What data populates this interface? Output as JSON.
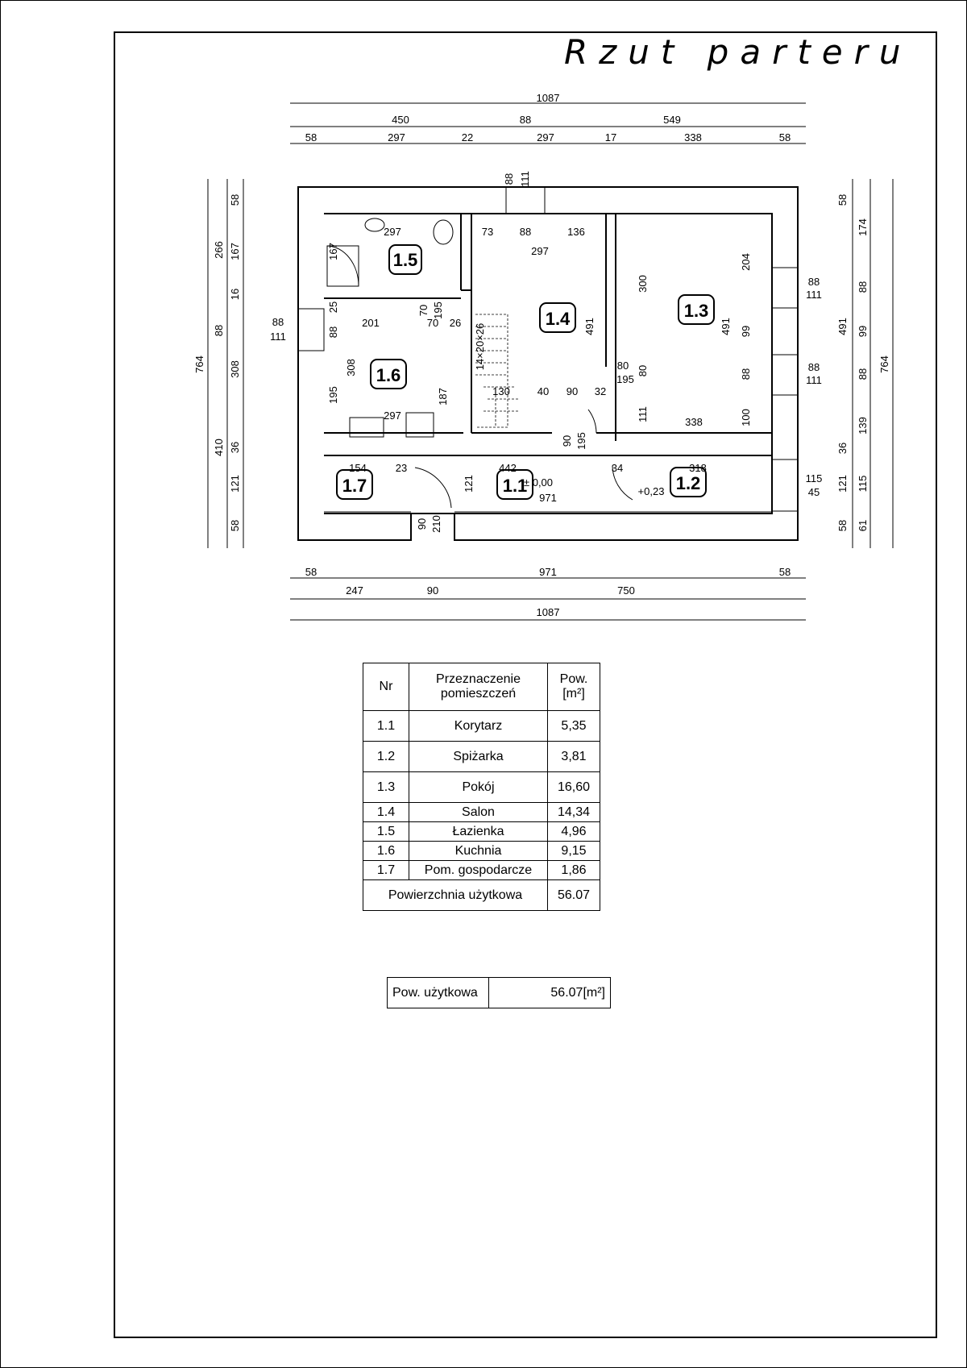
{
  "title": "Rzut parteru",
  "rooms": [
    {
      "nr": "1.1",
      "name": "Korytarz",
      "area": "5,35"
    },
    {
      "nr": "1.2",
      "name": "Spiżarka",
      "area": "3,81"
    },
    {
      "nr": "1.3",
      "name": "Pokój",
      "area": "16,60"
    },
    {
      "nr": "1.4",
      "name": "Salon",
      "area": "14,34"
    },
    {
      "nr": "1.5",
      "name": "Łazienka",
      "area": "4,96"
    },
    {
      "nr": "1.6",
      "name": "Kuchnia",
      "area": "9,15"
    },
    {
      "nr": "1.7",
      "name": "Pom. gospodarcze",
      "area": "1,86"
    }
  ],
  "table": {
    "h_nr": "Nr",
    "h_purpose_1": "Przeznaczenie",
    "h_purpose_2": "pomieszczeń",
    "h_area_1": "Pow.",
    "h_area_2": "[m²]",
    "total_label": "Powierzchnia użytkowa",
    "total_value": "56.07"
  },
  "summary": {
    "label": "Pow. użytkowa",
    "value": "56.07[m²]"
  },
  "levels": {
    "l1": "± 0,00",
    "l2": "+0,23"
  },
  "stairs_label": "14×20×26",
  "dims": {
    "top": [
      "1087",
      "450",
      "88",
      "549",
      "58",
      "297",
      "22",
      "297",
      "17",
      "338",
      "58"
    ],
    "bottom": [
      "58",
      "971",
      "58",
      "247",
      "90",
      "750",
      "1087"
    ],
    "left": [
      "764",
      "266",
      "410",
      "58",
      "167",
      "16",
      "88",
      "308",
      "36",
      "121",
      "58"
    ],
    "right": [
      "58",
      "174",
      "88",
      "99",
      "88",
      "139",
      "36",
      "121",
      "115",
      "61",
      "58",
      "491",
      "764"
    ],
    "window": [
      "88",
      "111",
      "115",
      "45"
    ],
    "inner": [
      "297",
      "73",
      "88",
      "136",
      "297",
      "300",
      "204",
      "491",
      "491",
      "99",
      "88",
      "100",
      "338",
      "201",
      "70",
      "26",
      "195",
      "70",
      "25",
      "88",
      "308",
      "195",
      "187",
      "297",
      "167",
      "80",
      "195",
      "80",
      "111",
      "40",
      "90",
      "32",
      "130",
      "90",
      "195",
      "154",
      "23",
      "442",
      "121",
      "34",
      "318",
      "971",
      "90",
      "210"
    ]
  }
}
